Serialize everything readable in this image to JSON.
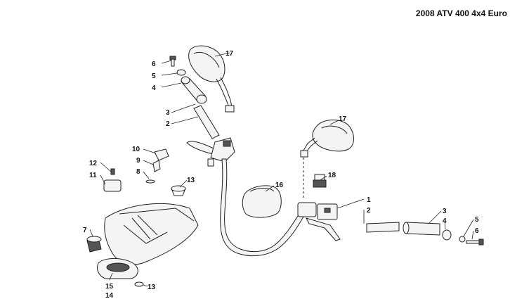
{
  "title": "2008 ATV 400 4x4 Euro",
  "callouts": {
    "c17a": "17",
    "c17b": "17",
    "c6a": "6",
    "c5a": "5",
    "c4a": "4",
    "c3a": "3",
    "c2a": "2",
    "c10": "10",
    "c9": "9",
    "c8": "8",
    "c12": "12",
    "c11": "11",
    "c13a": "13",
    "c13b": "13",
    "c7": "7",
    "c15": "15",
    "c14": "14",
    "c16": "16",
    "c18": "18",
    "c1": "1",
    "c2b": "2",
    "c3b": "3",
    "c4b": "4",
    "c5b": "5",
    "c6b": "6"
  }
}
